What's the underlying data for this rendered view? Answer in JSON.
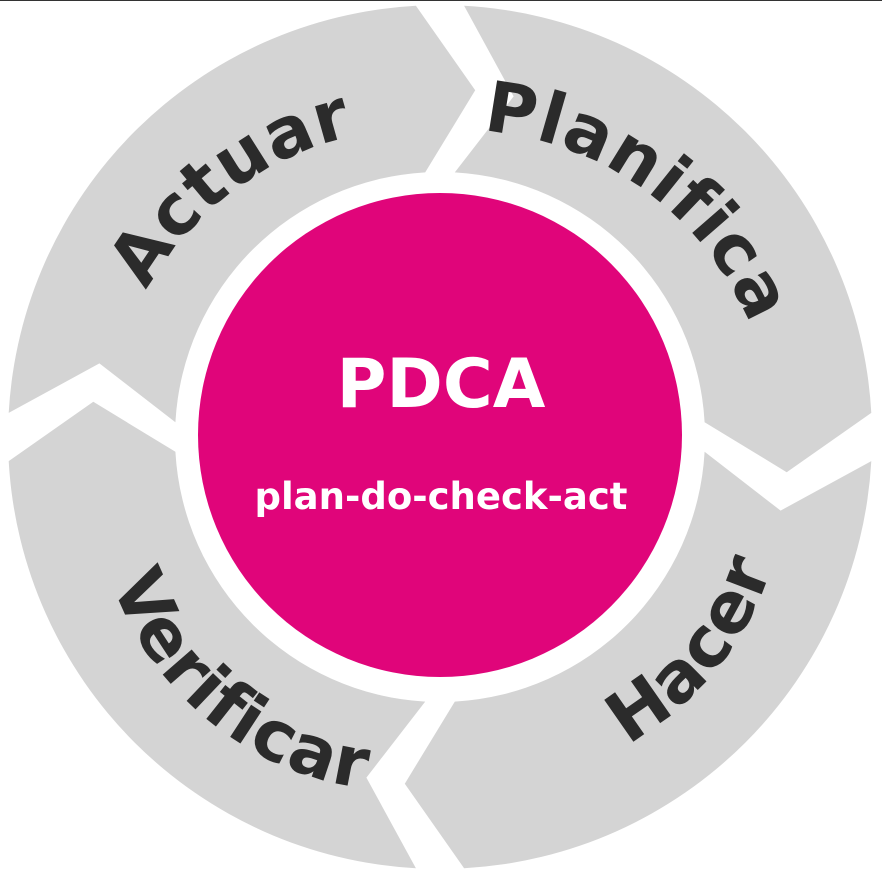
{
  "center": {
    "title": "PDCA",
    "subtitle": "plan-do-check-act"
  },
  "segments": [
    {
      "key": "plan",
      "label": "Planificar"
    },
    {
      "key": "do",
      "label": "Hacer"
    },
    {
      "key": "check",
      "label": "Verificar"
    },
    {
      "key": "act",
      "label": "Actuar"
    }
  ],
  "colors": {
    "center_fill": "#e0057a",
    "segment_fill": "#d4d4d4",
    "segment_text": "#2b2b2b",
    "center_text": "#ffffff",
    "background": "#ffffff"
  }
}
